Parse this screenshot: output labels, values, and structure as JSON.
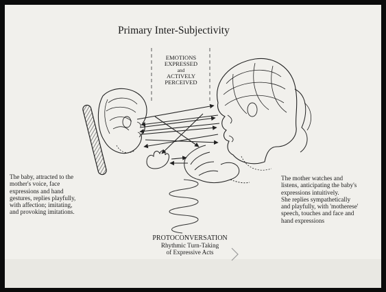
{
  "diagram": {
    "title": "Primary Inter-Subjectivity",
    "center_label": {
      "line1": "EMOTIONS",
      "line2": "EXPRESSED",
      "line3": "and",
      "line4": "ACTIVELY",
      "line5": "PERCEIVED"
    },
    "baby_caption": {
      "line1": "The baby, attracted to the",
      "line2": "mother's voice, face",
      "line3": "expressions and hand",
      "line4": "gestures, replies playfully,",
      "line5": "with affection; imitating,",
      "line6": "and provoking imitations."
    },
    "mother_caption": {
      "line1": "The mother watches and",
      "line2": "listens, anticipating the baby's",
      "line3": "expressions intuitively.",
      "line4": "She replies sympathetically",
      "line5": "and playfully, with 'motherese'",
      "line6": "speech, touches and face and",
      "line7": "hand expressions"
    },
    "protoconversation": {
      "title": "PROTOCONVERSATION",
      "line2": "Rhythmic Turn-Taking",
      "line3": "of Expressive Acts"
    }
  },
  "colors": {
    "background": "#0b0b0b",
    "paper": "#f1f0ec",
    "ink": "#1b1b1b"
  }
}
